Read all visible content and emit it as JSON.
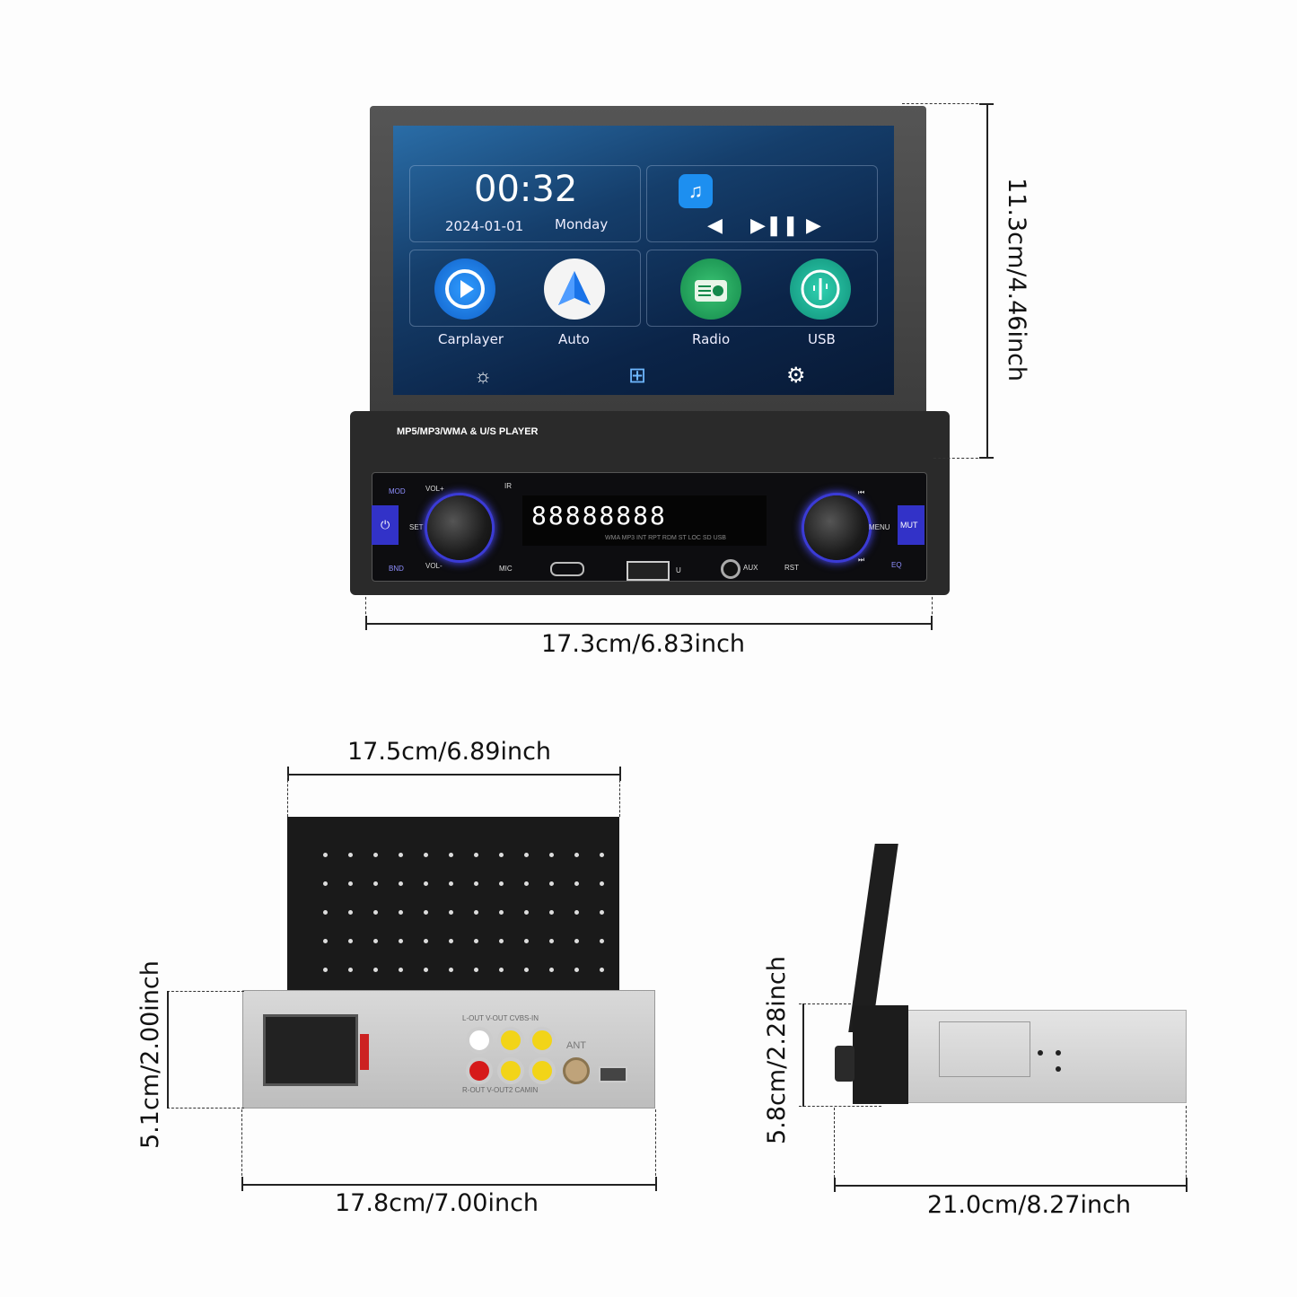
{
  "dimensions": {
    "front_height": "11.3cm/4.46inch",
    "front_width": "17.3cm/6.83inch",
    "rear_top_width": "17.5cm/6.89inch",
    "rear_height": "5.1cm/2.00inch",
    "rear_width": "17.8cm/7.00inch",
    "side_height": "5.8cm/2.28inch",
    "side_depth": "21.0cm/8.27inch"
  },
  "screen": {
    "time": "00:32",
    "date": "2024-01-01",
    "weekday": "Monday",
    "apps": [
      {
        "label": "Carplayer",
        "icon": "carplay-icon",
        "color": "#1d7fe0"
      },
      {
        "label": "Auto",
        "icon": "android-auto-icon",
        "color": "#f0f0f0"
      },
      {
        "label": "Radio",
        "icon": "radio-icon",
        "color": "#1fa05a"
      },
      {
        "label": "USB",
        "icon": "usb-icon",
        "color": "#14a38c"
      }
    ],
    "music_icon": "music-note-icon",
    "bottom_icons": [
      "brightness-icon",
      "apps-grid-icon",
      "settings-gear-icon"
    ]
  },
  "faceplate": {
    "model_text": "MP5/MP3/WMA & U/S PLAYER",
    "labels": {
      "mod": "MOD",
      "bnd": "BND",
      "vol_up": "VOL+",
      "vol_down": "VOL-",
      "set": "SET",
      "ir": "IR",
      "mic": "MIC",
      "u": "U",
      "aux": "AUX",
      "rst": "RST",
      "menu": "MENU",
      "mut": "MUT",
      "eq": "EQ"
    },
    "lcd_icons": "WMA MP3 INT RPT RDM ST LOC SD USB"
  },
  "rear": {
    "rca_top_label": "L-OUT V-OUT CVBS-IN",
    "rca_bottom_label": "R-OUT V-OUT2 CAMIN",
    "ant_label": "ANT"
  }
}
